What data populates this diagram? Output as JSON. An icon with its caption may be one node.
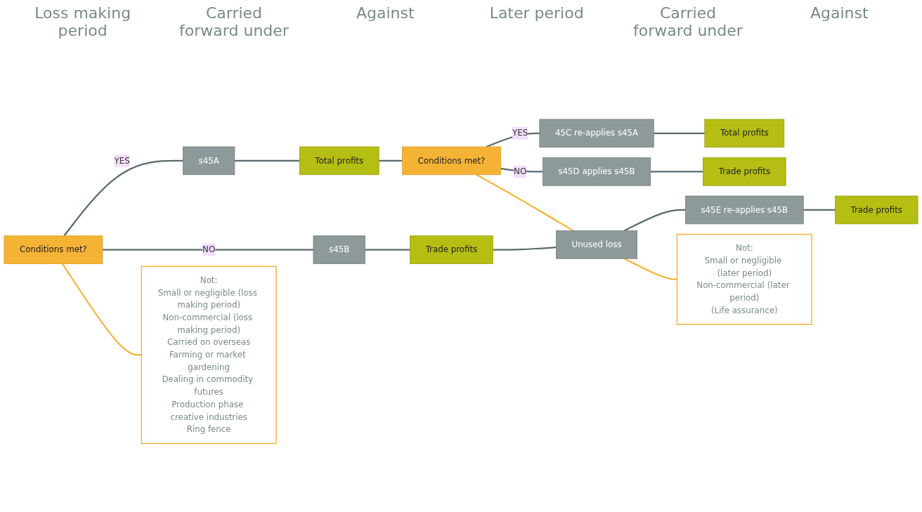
{
  "diagram": {
    "nodes": [
      {
        "text": [
          "Conditions met?"
        ]
      },
      {
        "text": [
          "s45A"
        ]
      },
      {
        "text": [
          "Total profits"
        ]
      },
      {
        "text": [
          "Conditions met?"
        ]
      },
      {
        "text": [
          "45C re-applies s45A"
        ]
      },
      {
        "text": [
          "Total profits"
        ]
      },
      {
        "text": [
          "s45D applies s45B"
        ]
      },
      {
        "text": [
          "Trade profits"
        ]
      },
      {
        "text": [
          "s45B"
        ]
      },
      {
        "text": [
          "Trade profits"
        ]
      },
      {
        "text": [
          "Unused loss"
        ]
      },
      {
        "text": [
          "s45E re-applies s45B"
        ]
      },
      {
        "text": [
          "Trade profits"
        ]
      },
      {
        "text": [
          "Not:",
          "Small or negligible (loss making period)",
          "Non-commercial (loss making period)",
          "Carried on overseas",
          "Farming or market gardening",
          "Dealing in commodity futures",
          "Production phase creative industries",
          "Ring fence"
        ]
      },
      {
        "text": [
          "Not:",
          "Small or negligible (later period)",
          "Non-commercial (later period)",
          "(Life assurance)"
        ]
      }
    ],
    "edges": [
      {
        "from": 0,
        "to": 1,
        "arrow": "none",
        "label": "YES"
      },
      {
        "from": 0,
        "to": 8,
        "arrow": "none",
        "label": "NO"
      },
      {
        "from": 1,
        "to": 2,
        "arrow": "none"
      },
      {
        "from": 2,
        "to": 3,
        "arrow": "none"
      },
      {
        "from": 3,
        "to": 4,
        "arrow": "none",
        "label": "YES"
      },
      {
        "from": 3,
        "to": 6,
        "arrow": "none",
        "label": "NO"
      },
      {
        "from": 4,
        "to": 5,
        "arrow": "none"
      },
      {
        "from": 6,
        "to": 7,
        "arrow": "none"
      },
      {
        "from": 8,
        "to": 9,
        "arrow": "none"
      },
      {
        "from": 9,
        "to": 10,
        "arrow": "none"
      },
      {
        "from": 10,
        "to": 11,
        "arrow": "none"
      },
      {
        "from": 11,
        "to": 12,
        "arrow": "none"
      },
      {
        "from": 3,
        "to": 10,
        "arrow": "none",
        "color": "#f5b335"
      },
      {
        "from": 0,
        "to": 13,
        "arrow": "none",
        "color": "#f5b335"
      },
      {
        "from": 10,
        "to": 14,
        "arrow": "none",
        "color": "#f5b335"
      }
    ],
    "labels": [
      "Loss making period",
      "Carried forward under",
      "Against",
      "Later period",
      "Carried forward under",
      "Against"
    ]
  }
}
